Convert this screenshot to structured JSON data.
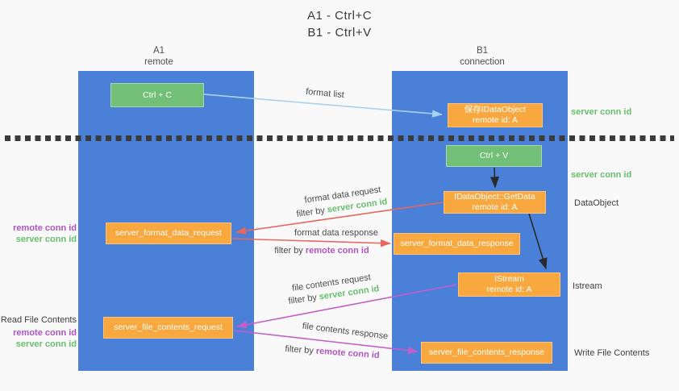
{
  "title": {
    "line1": "A1 - Ctrl+C",
    "line2": "B1 - Ctrl+V"
  },
  "lanes": {
    "left": {
      "name": "A1",
      "subtitle": "remote"
    },
    "right": {
      "name": "B1",
      "subtitle": "connection"
    }
  },
  "nodes": {
    "ctrl_c": {
      "label": "Ctrl + C"
    },
    "ctrl_v": {
      "label": "Ctrl + V"
    },
    "save_dataobject": {
      "line1": "保存IDataObject",
      "line2": "remote id: A"
    },
    "getdata": {
      "line1": "IDataObject::GetData",
      "line2": "remote id: A"
    },
    "istream": {
      "line1": "IStream",
      "line2": "remote id: A"
    },
    "format_request": {
      "label": "server_format_data_request"
    },
    "format_response": {
      "label": "server_format_data_response"
    },
    "file_request": {
      "label": "server_file_contents_request"
    },
    "file_response": {
      "label": "server_file_contents_response"
    }
  },
  "edge_labels": {
    "format_list": "format list",
    "format_data_request": "format data request",
    "format_data_response": "format data response",
    "file_contents_request": "file contents request",
    "file_contents_response": "file contents response",
    "filter_by": "filter by ",
    "server_conn_id": "server conn id",
    "remote_conn_id": "remote conn id"
  },
  "side_labels": {
    "server_conn_id": "server conn id",
    "remote_conn_id": "remote conn id",
    "dataobject": "DataObject",
    "istream": "Istream",
    "read_file_contents": "Read File Contents",
    "write_file_contents": "Write File Contents"
  },
  "colors": {
    "lane_blue": "#4a80d8",
    "box_green": "#72bf77",
    "box_orange": "#f9a83f",
    "arrow_lightblue": "#a8d2f0",
    "arrow_red": "#e8665c",
    "arrow_magenta": "#c45ec8",
    "arrow_black": "#2a2a2a",
    "text_green": "#67bf6b",
    "text_purple": "#b153c4",
    "background": "#f9f9f9"
  }
}
